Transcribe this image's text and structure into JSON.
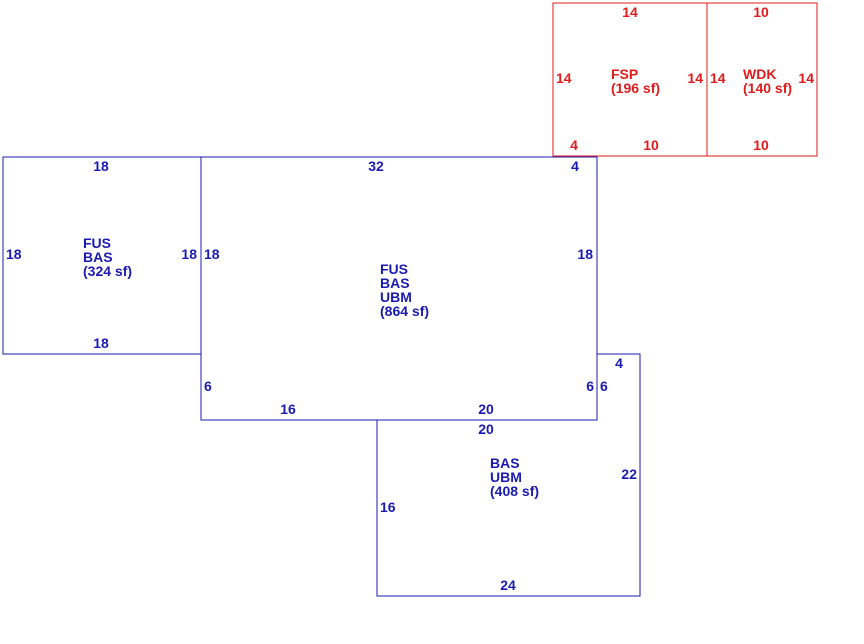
{
  "colors": {
    "living": "#1a1ab0",
    "exterior": "#e01b1b"
  },
  "areas": {
    "fsp": {
      "name": "FSP",
      "sf": "(196 sf)",
      "top": "14",
      "left": "14",
      "right": "14",
      "bottom_left": "4",
      "bottom": "10"
    },
    "wdk": {
      "name": "WDK",
      "sf": "(140 sf)",
      "top": "10",
      "left": "14",
      "right": "14",
      "bottom": "10"
    },
    "left_wing": {
      "line1": "FUS",
      "line2": "BAS",
      "sf": "(324 sf)",
      "top": "18",
      "left": "18",
      "right": "18",
      "bottom": "18"
    },
    "main": {
      "line1": "FUS",
      "line2": "BAS",
      "line3": "UBM",
      "sf": "(864 sf)",
      "top": "32",
      "top_right": "4",
      "left": "18",
      "right": "18",
      "left_lower": "6",
      "right_lower": "6",
      "bottom_left": "16",
      "bottom_right": "20"
    },
    "lower": {
      "line1": "BAS",
      "line2": "UBM",
      "sf": "(408 sf)",
      "top": "20",
      "top_right": "4",
      "left": "16",
      "right": "22",
      "right_upper": "6",
      "bottom": "24"
    }
  }
}
